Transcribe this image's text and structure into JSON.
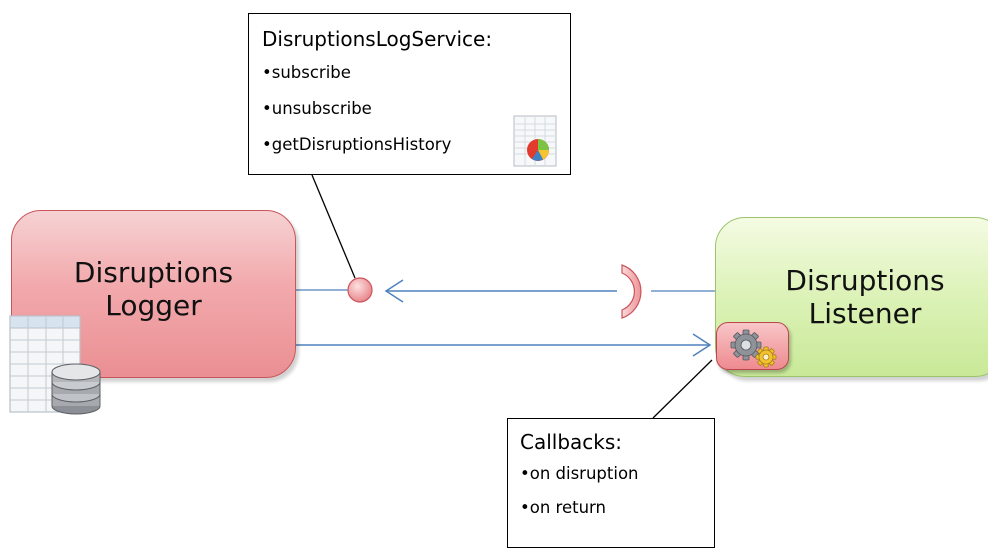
{
  "logger": {
    "line1": "Disruptions",
    "line2": "Logger"
  },
  "listener": {
    "line1": "Disruptions",
    "line2": "Listener"
  },
  "service_callout": {
    "title": "DisruptionsLogService:",
    "items": [
      "•subscribe",
      "•unsubscribe",
      "•getDisruptionsHistory"
    ]
  },
  "callbacks_callout": {
    "title": "Callbacks:",
    "items": [
      "•on disruption",
      "•on return"
    ]
  },
  "colors": {
    "logger_fill": "#f2a9ac",
    "logger_border": "#c9545a",
    "listener_fill": "#dcf2b7",
    "listener_border": "#9bc46d",
    "connector": "#4f81bd",
    "interface_fill": "#f4a3a6"
  },
  "icons": {
    "service_icon": "chart-document-icon",
    "logger_icon": "database-table-icon",
    "callback_icon": "gears-icon"
  }
}
